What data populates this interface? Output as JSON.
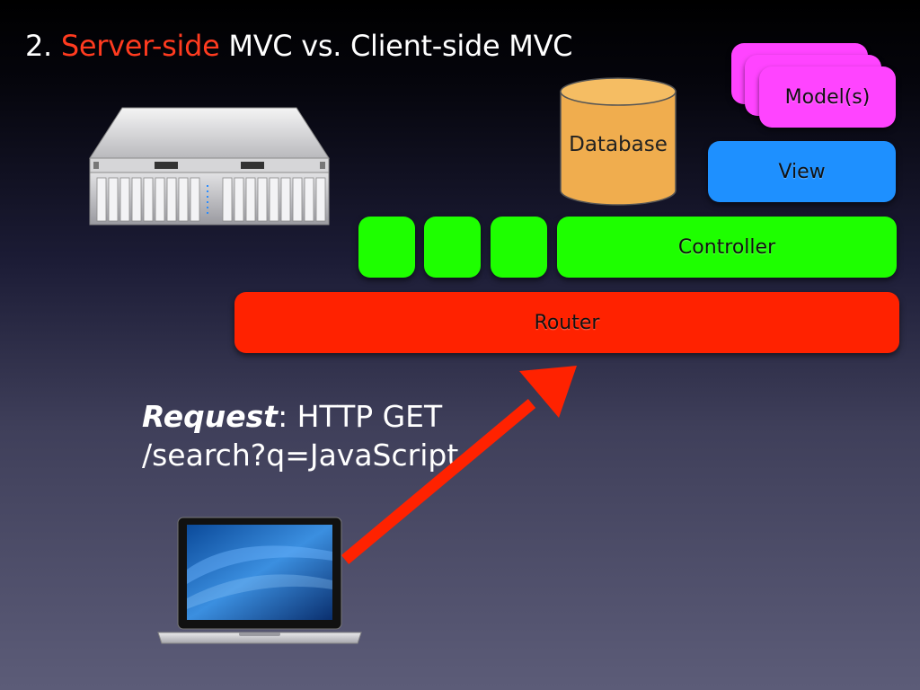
{
  "slide": {
    "title_prefix": "2.",
    "title_highlight": "Server-side",
    "title_rest": "MVC vs. Client-side MVC"
  },
  "diagram": {
    "database_label": "Database",
    "model_label": "Model(s)",
    "view_label": "View",
    "controller_label": "Controller",
    "router_label": "Router"
  },
  "request": {
    "keyword": "Request",
    "method": ": HTTP GET",
    "path": "/search?q=JavaScript"
  },
  "icons": {
    "server": "server-rack-icon",
    "laptop": "laptop-icon",
    "arrow": "arrow-up-right-icon"
  },
  "colors": {
    "title_highlight": "#ff3b1f",
    "database": "#f0ad4e",
    "model": "#ff44ff",
    "view": "#1e90ff",
    "controller": "#1eff00",
    "router": "#ff2200",
    "arrow": "#ff2200"
  }
}
